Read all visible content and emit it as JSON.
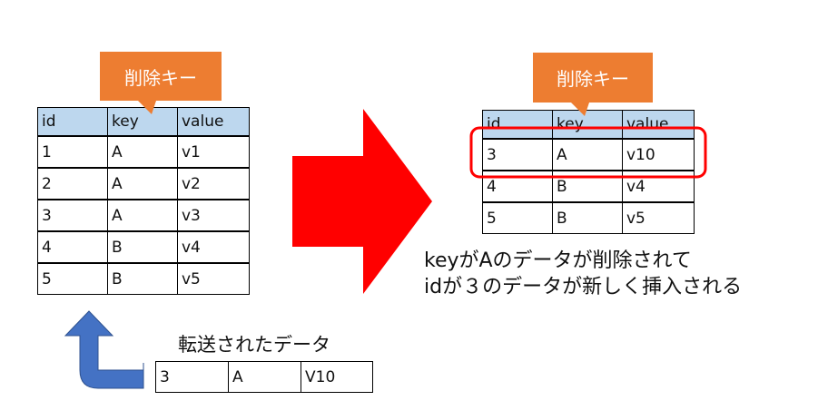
{
  "left_callout": "削除キー",
  "right_callout": "削除キー",
  "left_table": {
    "headers": [
      "id",
      "key",
      "value"
    ],
    "rows": [
      [
        "1",
        "A",
        "v1"
      ],
      [
        "2",
        "A",
        "v2"
      ],
      [
        "3",
        "A",
        "v3"
      ],
      [
        "4",
        "B",
        "v4"
      ],
      [
        "5",
        "B",
        "v5"
      ]
    ]
  },
  "right_table": {
    "headers": [
      "id",
      "key",
      "value"
    ],
    "rows": [
      [
        "3",
        "A",
        "v10"
      ],
      [
        "4",
        "B",
        "v4"
      ],
      [
        "5",
        "B",
        "v5"
      ]
    ]
  },
  "description_line1": "keyがAのデータが削除されて",
  "description_line2": "idが３のデータが新しく挿入される",
  "transfer_label": "転送されたデータ",
  "transfer_row": [
    "3",
    "A",
    "V10"
  ],
  "colors": {
    "callout": "#ed7d31",
    "header": "#bdd7ee",
    "big_arrow": "#ff0000",
    "highlight": "#ff0000",
    "bent_arrow": "#4472c4"
  }
}
